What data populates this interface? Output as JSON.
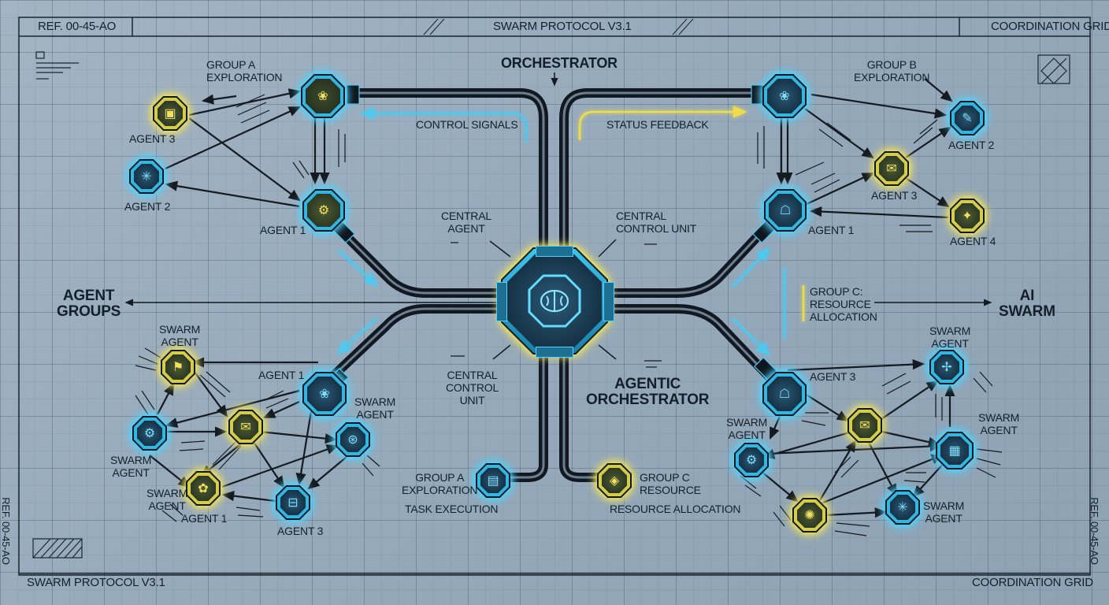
{
  "header": {
    "ref": "REF. 00-45-AO",
    "protocol": "SWARM PROTOCOL V3.1",
    "grid": "COORDINATION GRID"
  },
  "footer": {
    "protocol": "SWARM PROTOCOL V3.1",
    "grid": "COORDINATION GRID",
    "side_ref_left": "REF. 00-45-AO",
    "side_ref_right": "REF. 00-45-AO"
  },
  "labels": {
    "orchestrator": "ORCHESTRATOR",
    "control_signals": "CONTROL SIGNALS",
    "status_feedback": "STATUS FEEDBACK",
    "central_agent": "CENTRAL\nAGENT",
    "central_control_unit_top": "CENTRAL\nCONTROL UNIT",
    "central_control_unit_bottom": "CENTRAL\nCONTROL\nUNIT",
    "agentic_orchestrator": "AGENTIC\nORCHESTRATOR",
    "agent_groups": "AGENT\nGROUPS",
    "ai_swarm": "AI\nSWARM",
    "group_c_resource_allocation": "GROUP C:\nRESOURCE\nALLOCATION",
    "group_a_exploration_top": "GROUP A\nEXPLORATION",
    "group_b_exploration": "GROUP B\nEXPLORATION",
    "group_a_bottom": "GROUP A\nEXPLORATION",
    "task_execution": "TASK EXECUTION",
    "group_c_bottom": "GROUP C\nRESOURCE",
    "resource_allocation": "RESOURCE ALLOCATION",
    "tl_agent3": "AGENT 3",
    "tl_agent2": "AGENT 2",
    "tl_agent1": "AGENT 1",
    "tr_agent2": "AGENT 2",
    "tr_agent3": "AGENT 3",
    "tr_agent1": "AGENT 1",
    "tr_agent4": "AGENT 4",
    "bl_swarm_agent_top": "SWARM\nAGENT",
    "bl_agent1_top": "AGENT 1",
    "bl_swarm_agent_right": "SWARM\nAGENT",
    "bl_swarm_agent_left": "SWARM\nAGENT",
    "bl_swarm_agent_bottom": "SWARM\nAGENT",
    "bl_agent1_bottom": "AGENT 1",
    "bl_agent3": "AGENT 3",
    "br_swarm_agent_top": "SWARM\nAGENT",
    "br_agent3": "AGENT 3",
    "br_swarm_agent_left": "SWARM\nAGENT",
    "br_swarm_agent_right": "SWARM\nAGENT",
    "br_swarm_agent_bottom": "SWARM\nAGENT"
  },
  "icons": {
    "hub": "brain-icon",
    "group_a_hub": "brain-icon",
    "group_b_hub": "brain-icon",
    "group_c_hub": "chat-icon",
    "swarm_hub": "brain-icon",
    "agent": "chip-icon",
    "mail": "mail-icon",
    "task": "cube-icon"
  },
  "colors": {
    "glow_blue": "#4fd4ff",
    "glow_yellow": "#f3e35a",
    "line": "#141a20",
    "background": "#98abbc"
  }
}
